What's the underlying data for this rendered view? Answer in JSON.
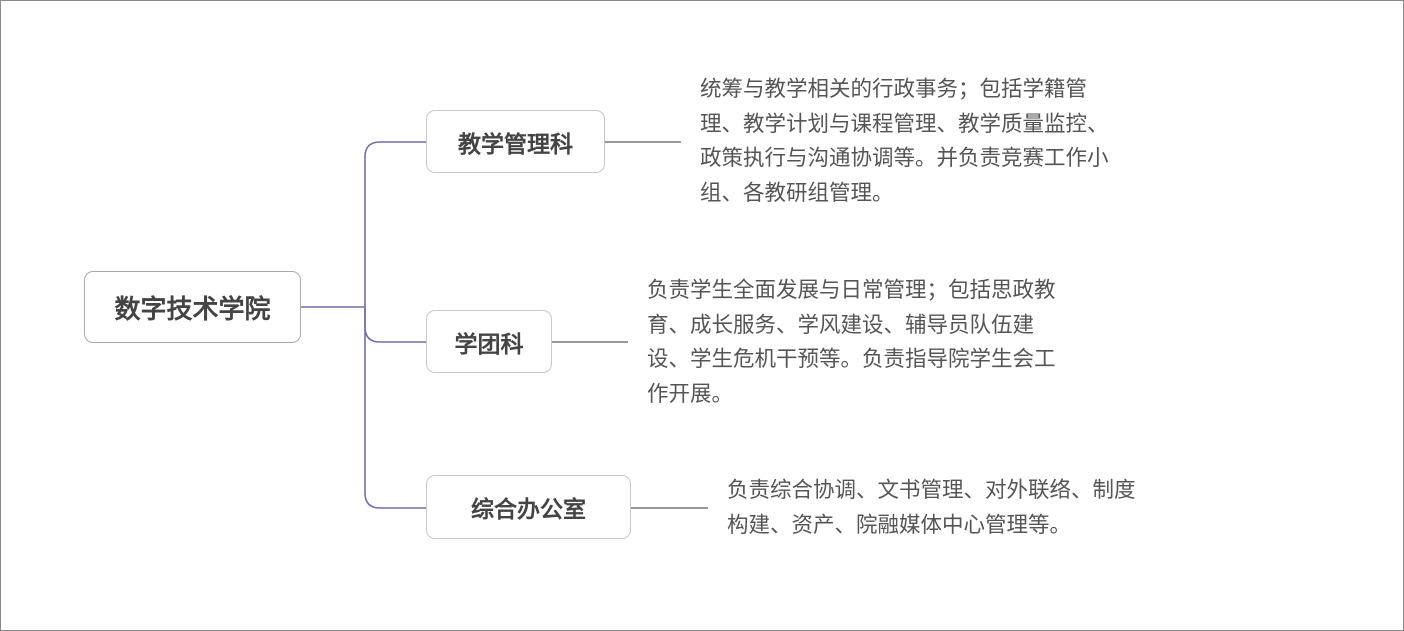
{
  "root": {
    "label": "数字技术学院"
  },
  "colors": {
    "connector": "#7a6ca6",
    "leader": "#777777"
  },
  "branches": [
    {
      "label": "教学管理科",
      "description": [
        "统筹与教学相关的行政事务；包括学籍管",
        "理、教学计划与课程管理、教学质量监控、",
        "政策执行与沟通协调等。并负责竞赛工作小",
        "组、各教研组管理。"
      ]
    },
    {
      "label": "学团科",
      "description": [
        "负责学生全面发展与日常管理；包括思政教",
        "育、成长服务、学风建设、辅导员队伍建",
        "设、学生危机干预等。负责指导院学生会工",
        "作开展。"
      ]
    },
    {
      "label": "综合办公室",
      "description": [
        "负责综合协调、文书管理、对外联络、制度",
        "构建、资产、院融媒体中心管理等。"
      ]
    }
  ]
}
